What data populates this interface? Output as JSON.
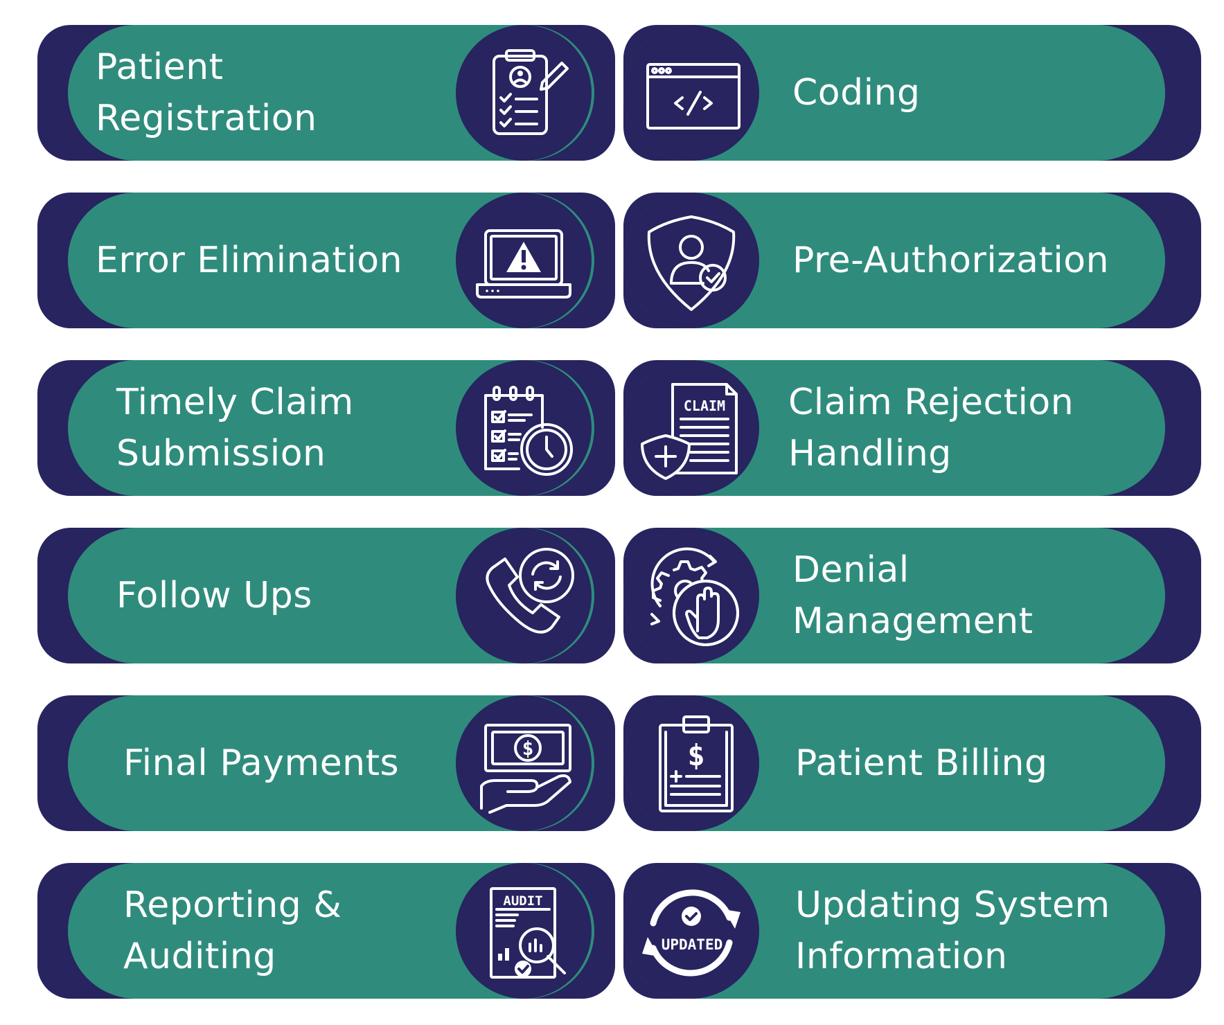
{
  "colors": {
    "background": "#ffffff",
    "navy": "#27245f",
    "teal": "#2f8c7c",
    "text": "#ffffff"
  },
  "left": [
    {
      "label": "Patient Registration",
      "icon": "registration-clipboard-icon"
    },
    {
      "label": "Error Elimination",
      "icon": "laptop-warning-icon"
    },
    {
      "label": "Timely Claim\nSubmission",
      "icon": "calendar-clock-icon"
    },
    {
      "label": "Follow Ups",
      "icon": "phone-refresh-icon"
    },
    {
      "label": "Final Payments",
      "icon": "hand-money-icon"
    },
    {
      "label": "Reporting &\nAuditing",
      "icon": "audit-report-icon",
      "icon_text": "AUDIT"
    }
  ],
  "right": [
    {
      "label": "Coding",
      "icon": "code-window-icon"
    },
    {
      "label": "Pre-Authorization",
      "icon": "shield-user-check-icon"
    },
    {
      "label": "Claim Rejection\nHandling",
      "icon": "claim-document-shield-icon",
      "icon_text": "CLAIM"
    },
    {
      "label": "Denial\nManagement",
      "icon": "gear-hand-stop-icon"
    },
    {
      "label": "Patient Billing",
      "icon": "billing-clipboard-icon"
    },
    {
      "label": "Updating System\nInformation",
      "icon": "updated-cycle-icon",
      "icon_text": "UPDATED"
    }
  ]
}
